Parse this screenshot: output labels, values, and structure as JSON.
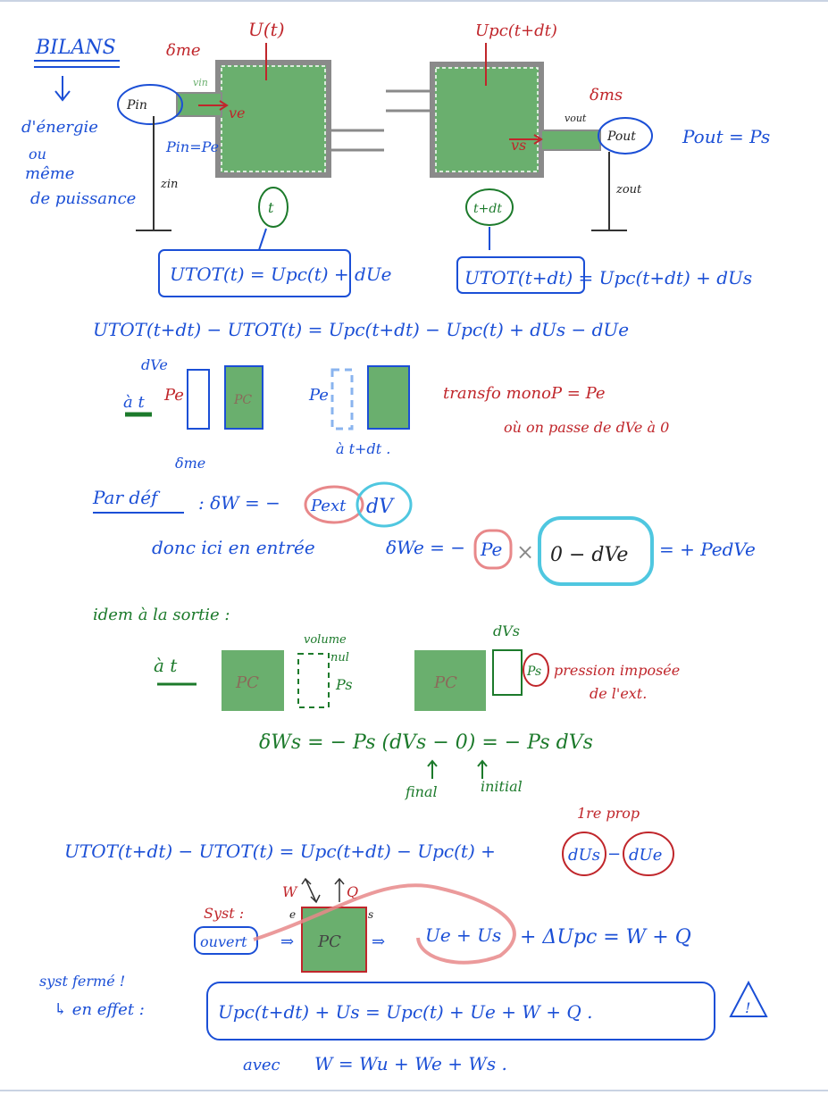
{
  "colors": {
    "blue_ink": "#1b4fd6",
    "red_ink": "#c0262b",
    "green_ink": "#1c7a2b",
    "pink_circle": "#e8888a",
    "cyan_circle": "#4fc7e0",
    "tank_fill": "#6aaf6e"
  },
  "header": {
    "title": "BILANS",
    "subtitle_lines": [
      "d'énergie",
      "ou",
      "même",
      "de puissance"
    ]
  },
  "diagram": {
    "label_u_t": "U(t)",
    "label_upc": "Upc(t+dt)",
    "label_sme": "δme",
    "label_sms": "δms",
    "p_in": "Pin",
    "p_out": "Pout",
    "v_in": "vin",
    "v_out": "vout",
    "ve": "ve",
    "vs": "vs",
    "z_in": "zin",
    "z_out": "zout",
    "pin_eq": "Pin=Pe",
    "pout_eq": "Pout = Ps",
    "time_t": "t",
    "time_tdt": "t+dt"
  },
  "equations": {
    "utot_t": "UTOT(t) = Upc(t) + dUe",
    "utot_tdt": "UTOT(t+dt) = Upc(t+dt) + dUs",
    "diff_1": "UTOT(t+dt) − UTOT(t) = Upc(t+dt) − Upc(t) + dUs − dUe"
  },
  "entry": {
    "dve": "dVe",
    "at_t": "à t",
    "pe": "Pe",
    "pc": "PC",
    "sme": "δme",
    "pe2": "Pe",
    "at_tdt": "à t+dt .",
    "note_1": "transfo monoP = Pe",
    "note_2": "où on passe de dVe à 0",
    "par_def": "Par déf",
    "def_eq_left": ": δW = −",
    "pext": "Pext",
    "dv": "dV",
    "donc": "donc ici en entrée",
    "dwe": "δWe = −",
    "pe_circ": "Pe",
    "times": "×",
    "bracket": "0 − dVe",
    "result": "= + PedVe"
  },
  "exit": {
    "idem": "idem à la sortie :",
    "at_t": "à t",
    "pc_1": "PC",
    "volume_nul_1": "volume",
    "volume_nul_2": "nul",
    "ps": "Ps",
    "pc_2": "PC",
    "dvs": "dVs",
    "ps_circ": "Ps",
    "pression_1": "pression imposée",
    "pression_2": "de l'ext.",
    "dws": "δWs = − Ps (dVs − 0) = − Ps dVs",
    "final": "final",
    "initial": "initial"
  },
  "summary": {
    "diff_2": "UTOT(t+dt) − UTOT(t) = Upc(t+dt) − Upc(t) +",
    "dus": "dUs",
    "due": "dUe",
    "dash": "−",
    "prop": "1re prop",
    "w": "W",
    "q": "Q",
    "e": "e",
    "s": "s",
    "syst": "Syst :",
    "ouvert": "ouvert",
    "arrow1": "⇒",
    "pc_box": "PC",
    "arrow2": "⇒",
    "ue_us": "Ue + Us",
    "delta_eq": "+ ΔUpc = W + Q",
    "syst_ferme": "syst fermé !",
    "en_effet": "↳ en effet :",
    "boxed_eq": "Upc(t+dt) + Us = Upc(t) + Ue + W + Q .",
    "warning": "!",
    "avec": "avec",
    "w_sum": "W = Wu + We + Ws ."
  }
}
